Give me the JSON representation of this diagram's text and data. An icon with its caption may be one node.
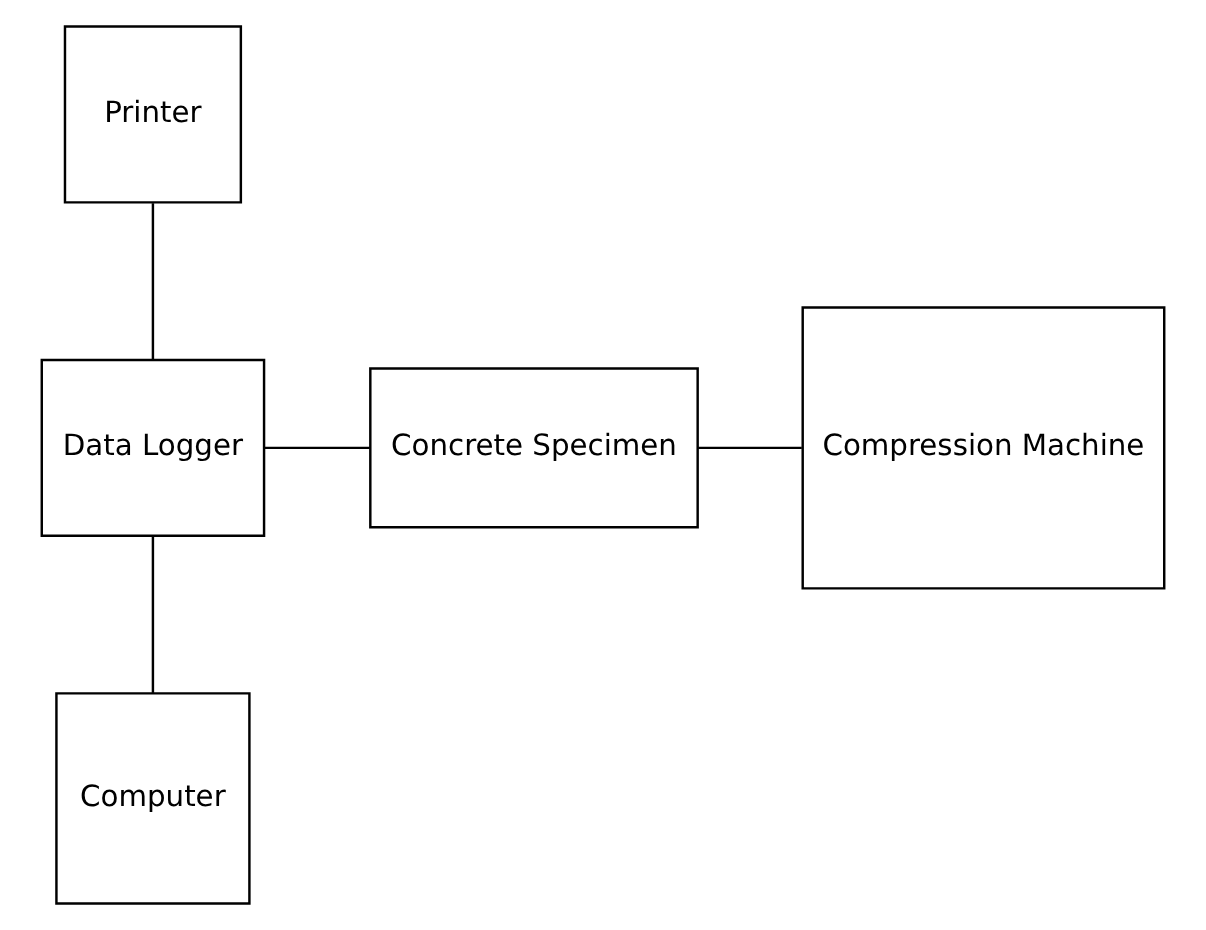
{
  "diagram": {
    "nodes": [
      {
        "text": [
          "Printer"
        ]
      },
      {
        "text": [
          "Data Logger"
        ]
      },
      {
        "text": [
          "Concrete Specimen"
        ]
      },
      {
        "text": [
          "Compression Machine"
        ]
      },
      {
        "text": [
          "Computer"
        ]
      }
    ],
    "edges": [
      {
        "from": 0,
        "to": 1,
        "arrow": "none"
      },
      {
        "from": 1,
        "to": 2,
        "arrow": "none"
      },
      {
        "from": 2,
        "to": 3,
        "arrow": "none"
      },
      {
        "from": 1,
        "to": 4,
        "arrow": "none"
      }
    ]
  }
}
